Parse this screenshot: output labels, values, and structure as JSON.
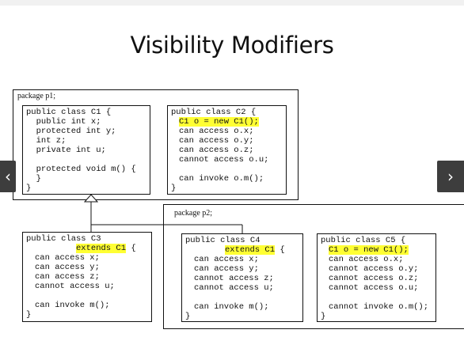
{
  "slide": {
    "title": "Visibility Modifiers",
    "nav_prev": "‹",
    "nav_next": "›"
  },
  "packages": {
    "p1": "package p1;",
    "p2": "package p2;"
  },
  "classes": {
    "c1": {
      "header": "public class C1 {",
      "lines": [
        "  public int x;",
        "  protected int y;",
        "  int z;",
        "  private int u;",
        "",
        "  protected void m() {",
        "  }",
        "}"
      ]
    },
    "c2": {
      "header": "public class C2 {",
      "highlight": "C1 o = new C1();",
      "lines": [
        "can access o.x;",
        "can access o.y;",
        "can access o.z;",
        "cannot access o.u;",
        "",
        "can invoke o.m();",
        "}"
      ]
    },
    "c3": {
      "header": "public class C3",
      "extends": "extends C1",
      "brace": "{",
      "lines": [
        "can access x;",
        "can access y;",
        "can access z;",
        "cannot access u;",
        "",
        "can invoke m();",
        "}"
      ]
    },
    "c4": {
      "header": "public class C4",
      "extends": "extends C1",
      "brace": "{",
      "lines": [
        "can access x;",
        "can access y;",
        "cannot access z;",
        "cannot access u;",
        "",
        "can invoke m();",
        "}"
      ]
    },
    "c5": {
      "header": "public class C5 {",
      "highlight": "C1 o = new C1();",
      "lines": [
        "can access o.x;",
        "cannot access o.y;",
        "cannot access o.z;",
        "cannot access o.u;",
        "",
        "cannot invoke o.m();",
        "}"
      ]
    }
  }
}
